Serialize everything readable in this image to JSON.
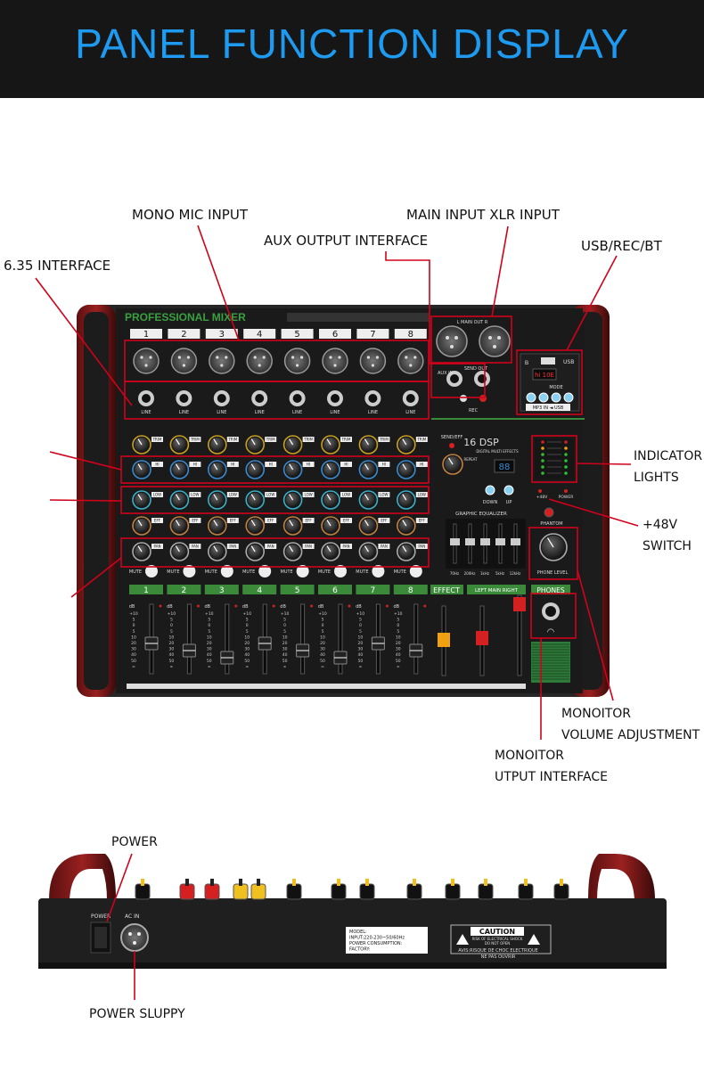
{
  "header": {
    "title": "PANEL FUNCTION DISPLAY"
  },
  "mixer": {
    "brand_label": "PROFESSIONAL MIXER",
    "channel_numbers": [
      "1",
      "2",
      "3",
      "4",
      "5",
      "6",
      "7",
      "8"
    ],
    "line_label": "LINE",
    "mute_label": "MUTE",
    "knob_labels": [
      "TRIM",
      "HI",
      "LOW",
      "EFF",
      "PAN"
    ],
    "main_out_label": "L    MAIN OUT    R",
    "aux_in_label": "AUX IN",
    "send_out_label": "SEND OUT",
    "rec_label": "REC",
    "usb_label": "USB",
    "mode_label": "MODE",
    "display_text": "hi 10E",
    "mp3_label": "MP3 IN ◄ USB",
    "dsp_label": "16 DSP",
    "dsp_sub": "DIGITAL MULTI EFFECTS",
    "send_eff_label": "SEND/EFF",
    "repeat_label": "REPEAT",
    "dsp_display": "88",
    "down_label": "DOWN",
    "up_label": "UP",
    "geq_label": "GRAPHIC EQUALIZER",
    "geq_freqs": [
      "70Hz",
      "200Hz",
      "1kHz",
      "5kHz",
      "12kHz"
    ],
    "phantom_label": "PHANTOM",
    "plus48_label": "+48V",
    "power_small_label": "POWER",
    "phone_level_label": "PHONE LEVEL",
    "effect_label": "EFFECT",
    "main_label": "LEFT   MAIN   RIGHT",
    "phones_label": "PHONES",
    "db_label": "dB",
    "fader_scale": [
      "+10",
      "5",
      "0",
      "5",
      "10",
      "20",
      "30",
      "40",
      "50",
      "∞"
    ]
  },
  "callouts": {
    "mono_mic": "MONO MIC INPUT",
    "main_xlr": "MAIN INPUT XLR INPUT",
    "aux_out": "AUX  OUTPUT INTERFACE",
    "usb_rec_bt": "USB/REC/BT",
    "interface_635": "6.35 INTERFACE",
    "indicator": "INDICATOR",
    "lights": "LIGHTS",
    "plus48v": "+48V",
    "switch": "SWITCH",
    "monitor_vol_1": "MONOITOR",
    "monitor_vol_2": "VOLUME ADJUSTMENT",
    "monitor_out_1": "MONOITOR",
    "monitor_out_2": "UTPUT INTERFACE",
    "power": "POWER",
    "power_supply": "POWER SLUPPY"
  },
  "rear": {
    "power_label": "POWER",
    "ac_in_label": "AC IN",
    "model_lines": [
      "MODEL:",
      "INPUT:220-230~50/60Hz",
      "POWER CONSUMPTION:",
      "FACTORY:"
    ],
    "caution_title": "CAUTION",
    "caution_sub1": "RISK OF ELECTRICAL SHOCK",
    "caution_sub2": "DO NOT OPEN",
    "caution_fr1": "AVIS:RISQUE DE CHOC ELECTRIQUE",
    "caution_fr2": "NE PAS OUVRIR"
  },
  "colors": {
    "accent": "#1e9bf0",
    "callout_line": "#d0021b",
    "panel": "#1a1a1a",
    "green": "#3a8a3a",
    "fader_red": "#d42020",
    "fader_yellow": "#f0a010"
  }
}
